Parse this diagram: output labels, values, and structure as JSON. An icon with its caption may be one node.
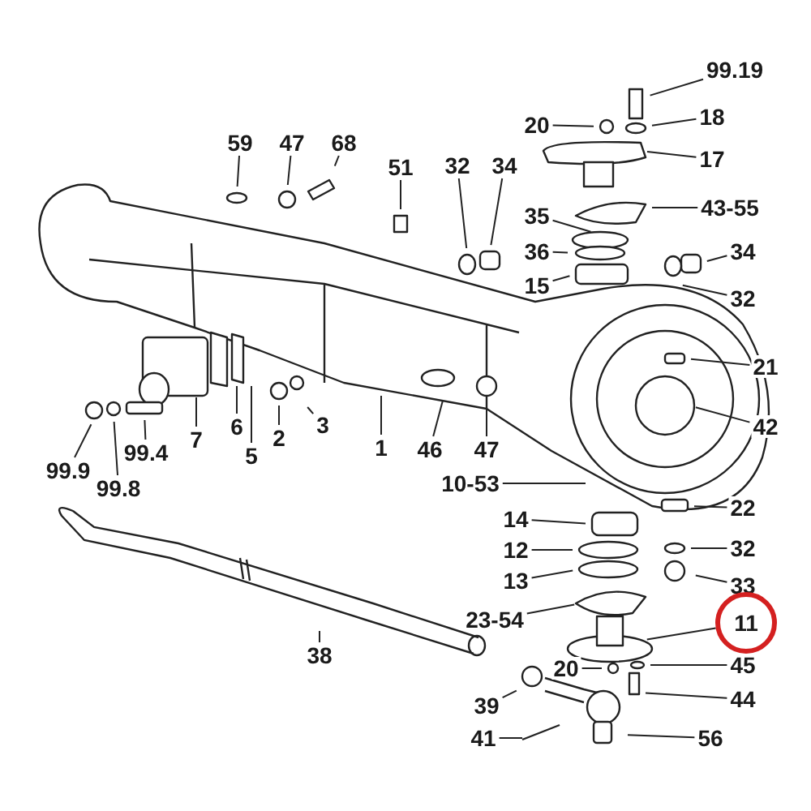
{
  "diagram": {
    "nodes": [
      {
        "text": [
          "99.19"
        ]
      },
      {
        "text": [
          "20"
        ]
      },
      {
        "text": [
          "18"
        ]
      },
      {
        "text": [
          "17"
        ]
      },
      {
        "text": [
          "59"
        ]
      },
      {
        "text": [
          "47"
        ]
      },
      {
        "text": [
          "68"
        ]
      },
      {
        "text": [
          "32"
        ]
      },
      {
        "text": [
          "34"
        ]
      },
      {
        "text": [
          "51"
        ]
      },
      {
        "text": [
          "35"
        ]
      },
      {
        "text": [
          "43-55"
        ]
      },
      {
        "text": [
          "36"
        ]
      },
      {
        "text": [
          "34"
        ]
      },
      {
        "text": [
          "15"
        ]
      },
      {
        "text": [
          "32"
        ]
      },
      {
        "text": [
          "21"
        ]
      },
      {
        "text": [
          "42"
        ]
      },
      {
        "text": [
          "99.9"
        ]
      },
      {
        "text": [
          "99.4"
        ]
      },
      {
        "text": [
          "7"
        ]
      },
      {
        "text": [
          "6"
        ]
      },
      {
        "text": [
          "5"
        ]
      },
      {
        "text": [
          "2"
        ]
      },
      {
        "text": [
          "3"
        ]
      },
      {
        "text": [
          "1"
        ]
      },
      {
        "text": [
          "46"
        ]
      },
      {
        "text": [
          "47"
        ]
      },
      {
        "text": [
          "99.8"
        ]
      },
      {
        "text": [
          "10-53"
        ]
      },
      {
        "text": [
          "22"
        ]
      },
      {
        "text": [
          "14"
        ]
      },
      {
        "text": [
          "32"
        ]
      },
      {
        "text": [
          "12"
        ]
      },
      {
        "text": [
          "13"
        ]
      },
      {
        "text": [
          "33"
        ]
      },
      {
        "text": [
          "23-54"
        ]
      },
      {
        "text": [],
        "shape": "circle"
      },
      {
        "text": [
          "11"
        ],
        "in": 37
      },
      {
        "text": [
          "38"
        ]
      },
      {
        "text": [
          "20"
        ]
      },
      {
        "text": [
          "45"
        ]
      },
      {
        "text": [
          "39"
        ]
      },
      {
        "text": [
          "44"
        ]
      },
      {
        "text": [
          "41"
        ]
      },
      {
        "text": [
          "56"
        ]
      }
    ],
    "edges": [
      {
        "from": 0,
        "to": null,
        "arrow": "none"
      },
      {
        "from": 1,
        "to": null,
        "arrow": "none"
      },
      {
        "from": 2,
        "to": null,
        "arrow": "none"
      },
      {
        "from": 3,
        "to": null,
        "arrow": "none"
      },
      {
        "from": 4,
        "to": null,
        "arrow": "none"
      },
      {
        "from": 5,
        "to": null,
        "arrow": "none"
      },
      {
        "from": 6,
        "to": null,
        "arrow": "none"
      },
      {
        "from": 7,
        "to": null,
        "arrow": "none"
      },
      {
        "from": 8,
        "to": null,
        "arrow": "none"
      },
      {
        "from": 9,
        "to": null,
        "arrow": "none"
      },
      {
        "from": 10,
        "to": null,
        "arrow": "none"
      },
      {
        "from": 11,
        "to": null,
        "arrow": "none"
      },
      {
        "from": 12,
        "to": null,
        "arrow": "none"
      },
      {
        "from": 13,
        "to": null,
        "arrow": "none"
      },
      {
        "from": 14,
        "to": null,
        "arrow": "none"
      },
      {
        "from": 15,
        "to": null,
        "arrow": "none"
      },
      {
        "from": 16,
        "to": null,
        "arrow": "none"
      },
      {
        "from": 17,
        "to": null,
        "arrow": "none"
      },
      {
        "from": 18,
        "to": null,
        "arrow": "none"
      },
      {
        "from": 19,
        "to": null,
        "arrow": "none"
      },
      {
        "from": 20,
        "to": null,
        "arrow": "none"
      },
      {
        "from": 21,
        "to": null,
        "arrow": "none"
      },
      {
        "from": 22,
        "to": null,
        "arrow": "none"
      },
      {
        "from": 23,
        "to": null,
        "arrow": "none"
      },
      {
        "from": 24,
        "to": null,
        "arrow": "none"
      },
      {
        "from": 25,
        "to": null,
        "arrow": "none"
      },
      {
        "from": 26,
        "to": null,
        "arrow": "none"
      },
      {
        "from": 27,
        "to": null,
        "arrow": "none"
      },
      {
        "from": 28,
        "to": null,
        "arrow": "none"
      },
      {
        "from": 29,
        "to": null,
        "arrow": "none"
      },
      {
        "from": 30,
        "to": null,
        "arrow": "none"
      },
      {
        "from": 31,
        "to": null,
        "arrow": "none"
      },
      {
        "from": 32,
        "to": null,
        "arrow": "none"
      },
      {
        "from": 33,
        "to": null,
        "arrow": "none"
      },
      {
        "from": 34,
        "to": null,
        "arrow": "none"
      },
      {
        "from": 35,
        "to": null,
        "arrow": "none"
      },
      {
        "from": 36,
        "to": null,
        "arrow": "none"
      },
      {
        "from": 37,
        "to": null,
        "arrow": "none"
      },
      {
        "from": 39,
        "to": null,
        "arrow": "none"
      },
      {
        "from": 40,
        "to": null,
        "arrow": "none"
      },
      {
        "from": 41,
        "to": null,
        "arrow": "none"
      },
      {
        "from": 42,
        "to": null,
        "arrow": "none"
      },
      {
        "from": 43,
        "to": null,
        "arrow": "none"
      },
      {
        "from": 44,
        "to": null,
        "arrow": "none"
      },
      {
        "from": 45,
        "to": null,
        "arrow": "none"
      }
    ]
  }
}
